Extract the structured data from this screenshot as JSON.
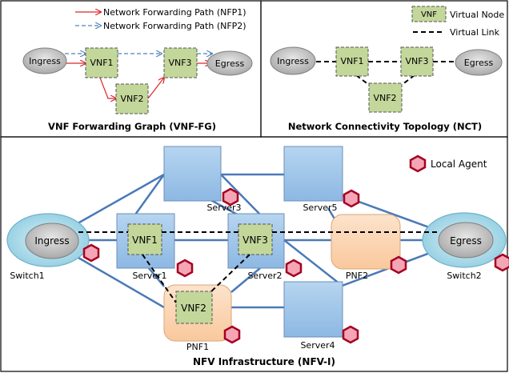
{
  "fg_panel": {
    "legend_nfp1": "Network Forwarding Path (NFP1)",
    "legend_nfp2": "Network Forwarding Path (NFP2)",
    "ingress": "Ingress",
    "egress": "Egress",
    "vnf1": "VNF1",
    "vnf2": "VNF2",
    "vnf3": "VNF3",
    "caption": "VNF Forwarding Graph (VNF-FG)"
  },
  "nct_panel": {
    "legend_vnf_box": "VNF",
    "legend_virtual_node": "Virtual Node",
    "legend_virtual_link": "Virtual Link",
    "ingress": "Ingress",
    "egress": "Egress",
    "vnf1": "VNF1",
    "vnf2": "VNF2",
    "vnf3": "VNF3",
    "caption": "Network Connectivity Topology (NCT)"
  },
  "infra_panel": {
    "legend_local_agent": "Local Agent",
    "ingress": "Ingress",
    "egress": "Egress",
    "switch1": "Switch1",
    "switch2": "Switch2",
    "server1": "Server1",
    "server2": "Server2",
    "server3": "Server3",
    "server4": "Server4",
    "server5": "Server5",
    "pnf1": "PNF1",
    "pnf2": "PNF2",
    "vnf1": "VNF1",
    "vnf2": "VNF2",
    "vnf3": "VNF3",
    "caption": "NFV Infrastructure (NFV-I)"
  },
  "colors": {
    "nfp1": "#d9262b",
    "nfp2": "#4f81bd",
    "vnf_fill": "#c4d79b",
    "server_fill": "#9dc3e6",
    "pnf_fill": "#fbd5b5",
    "switch_fill": "#a6d6e6",
    "agent_fill": "#f4a6b6",
    "agent_stroke": "#a50021",
    "link": "#4a7ab7"
  }
}
